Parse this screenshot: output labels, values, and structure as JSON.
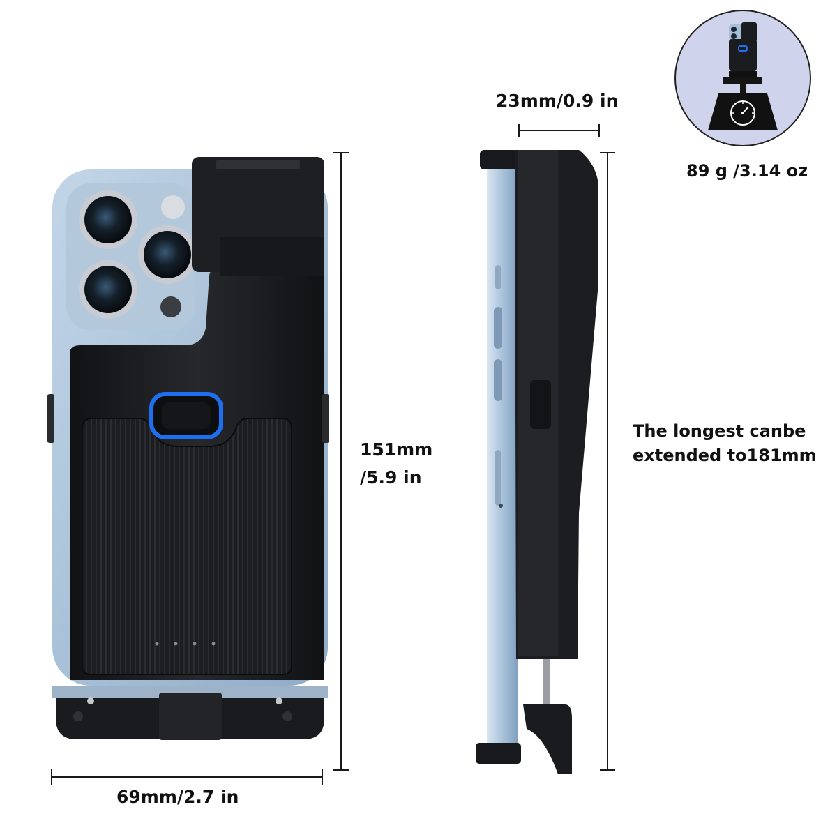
{
  "dimensions": {
    "height": {
      "mm": "151mm",
      "in": "/5.9 in"
    },
    "width": "69mm/2.7 in",
    "depth": "23mm/0.9 in",
    "weight": "89 g /3.14 oz",
    "extension_note": [
      "The longest canbe",
      "extended to181mm"
    ]
  },
  "colors": {
    "case_black": "#1b1c1f",
    "phone_blue": "#a6bfd6",
    "button_accent": "#1e6ef0",
    "badge_bg": "#cfd3ec",
    "dimension_line": "#1a1a1a"
  },
  "icons": [
    "scale-icon",
    "dial-icon"
  ]
}
